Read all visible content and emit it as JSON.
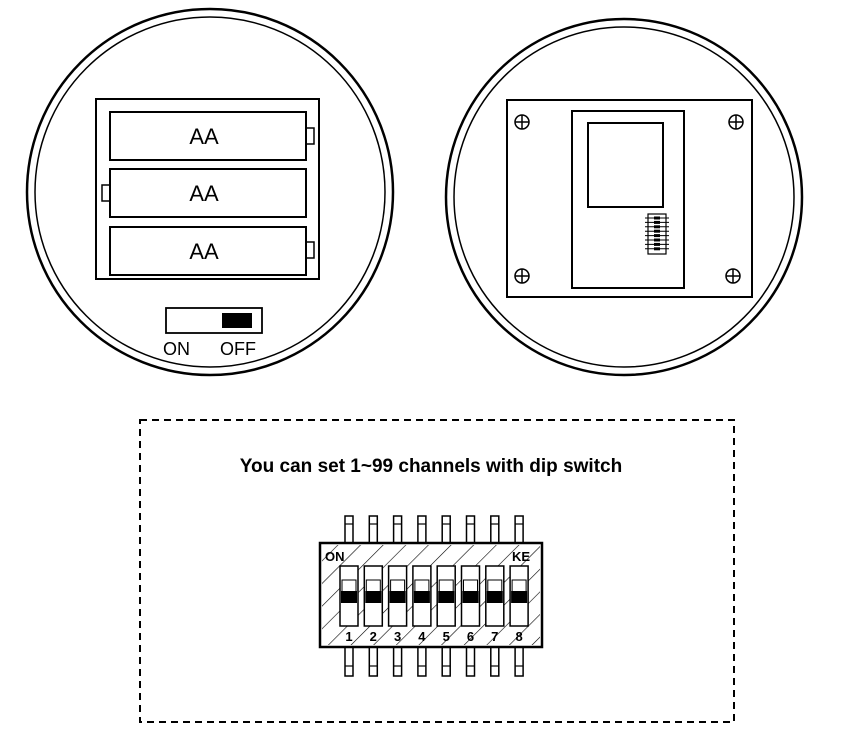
{
  "battery_panel": {
    "batteries": [
      {
        "label": "AA"
      },
      {
        "label": "AA"
      },
      {
        "label": "AA"
      }
    ],
    "power_switch": {
      "on_label": "ON",
      "off_label": "OFF",
      "state": "OFF"
    }
  },
  "dip_panel": {
    "caption": "You can set 1~99 channels with dip switch",
    "switch": {
      "on_label": "ON",
      "brand_label": "KE",
      "positions": [
        "1",
        "2",
        "3",
        "4",
        "5",
        "6",
        "7",
        "8"
      ]
    }
  }
}
